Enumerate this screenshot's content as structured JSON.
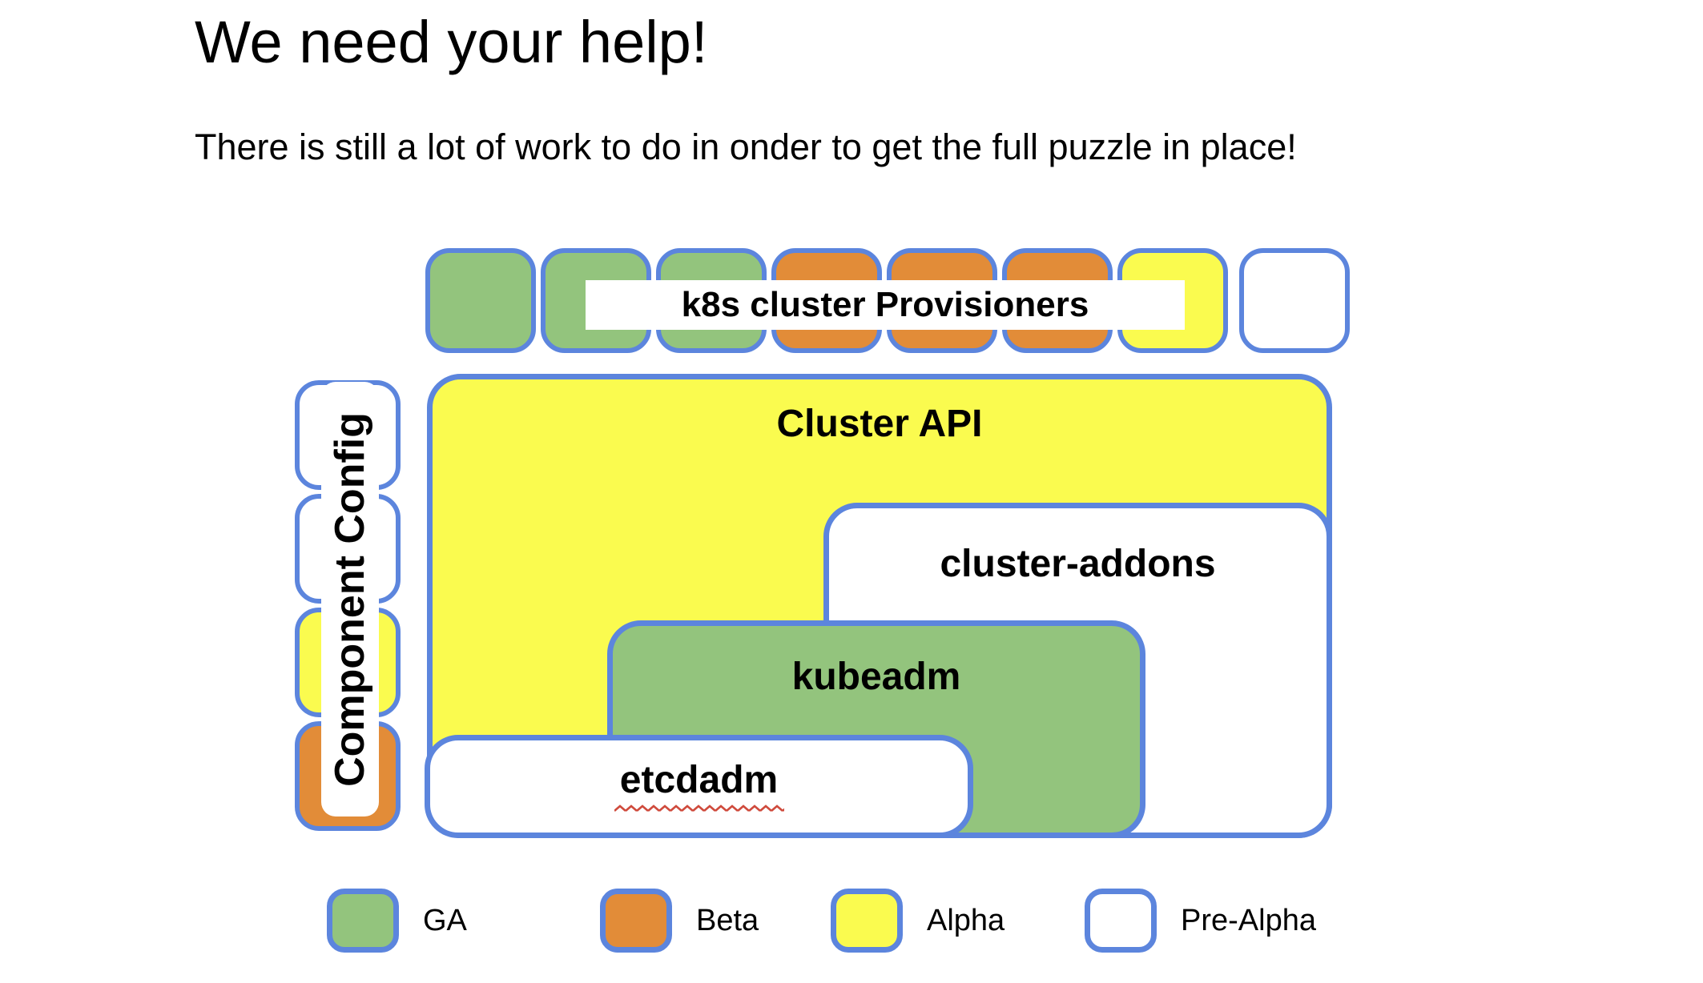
{
  "title": "We need your help!",
  "subtitle": "There is still a lot of work to do in onder to get the full puzzle in place!",
  "colors": {
    "green": "#93C47D",
    "orange": "#E28C38",
    "yellow": "#FAFB4F",
    "white": "#FFFFFF",
    "border_blue": "#5C85DD",
    "squiggle_red": "#CF4A3C"
  },
  "top_row": {
    "label": "k8s cluster Provisioners",
    "squares": [
      "green",
      "green",
      "green",
      "orange",
      "orange",
      "orange",
      "yellow",
      "white"
    ]
  },
  "left_column": {
    "label": "Component Config",
    "squares": [
      "white",
      "white",
      "yellow",
      "orange"
    ]
  },
  "boxes": {
    "cluster_api": "Cluster API",
    "cluster_addons": "cluster-addons",
    "kubeadm": "kubeadm",
    "etcdadm": "etcdadm"
  },
  "legend": {
    "items": [
      {
        "label": "GA",
        "color": "green"
      },
      {
        "label": "Beta",
        "color": "orange"
      },
      {
        "label": "Alpha",
        "color": "yellow"
      },
      {
        "label": "Pre-Alpha",
        "color": "white"
      }
    ]
  }
}
